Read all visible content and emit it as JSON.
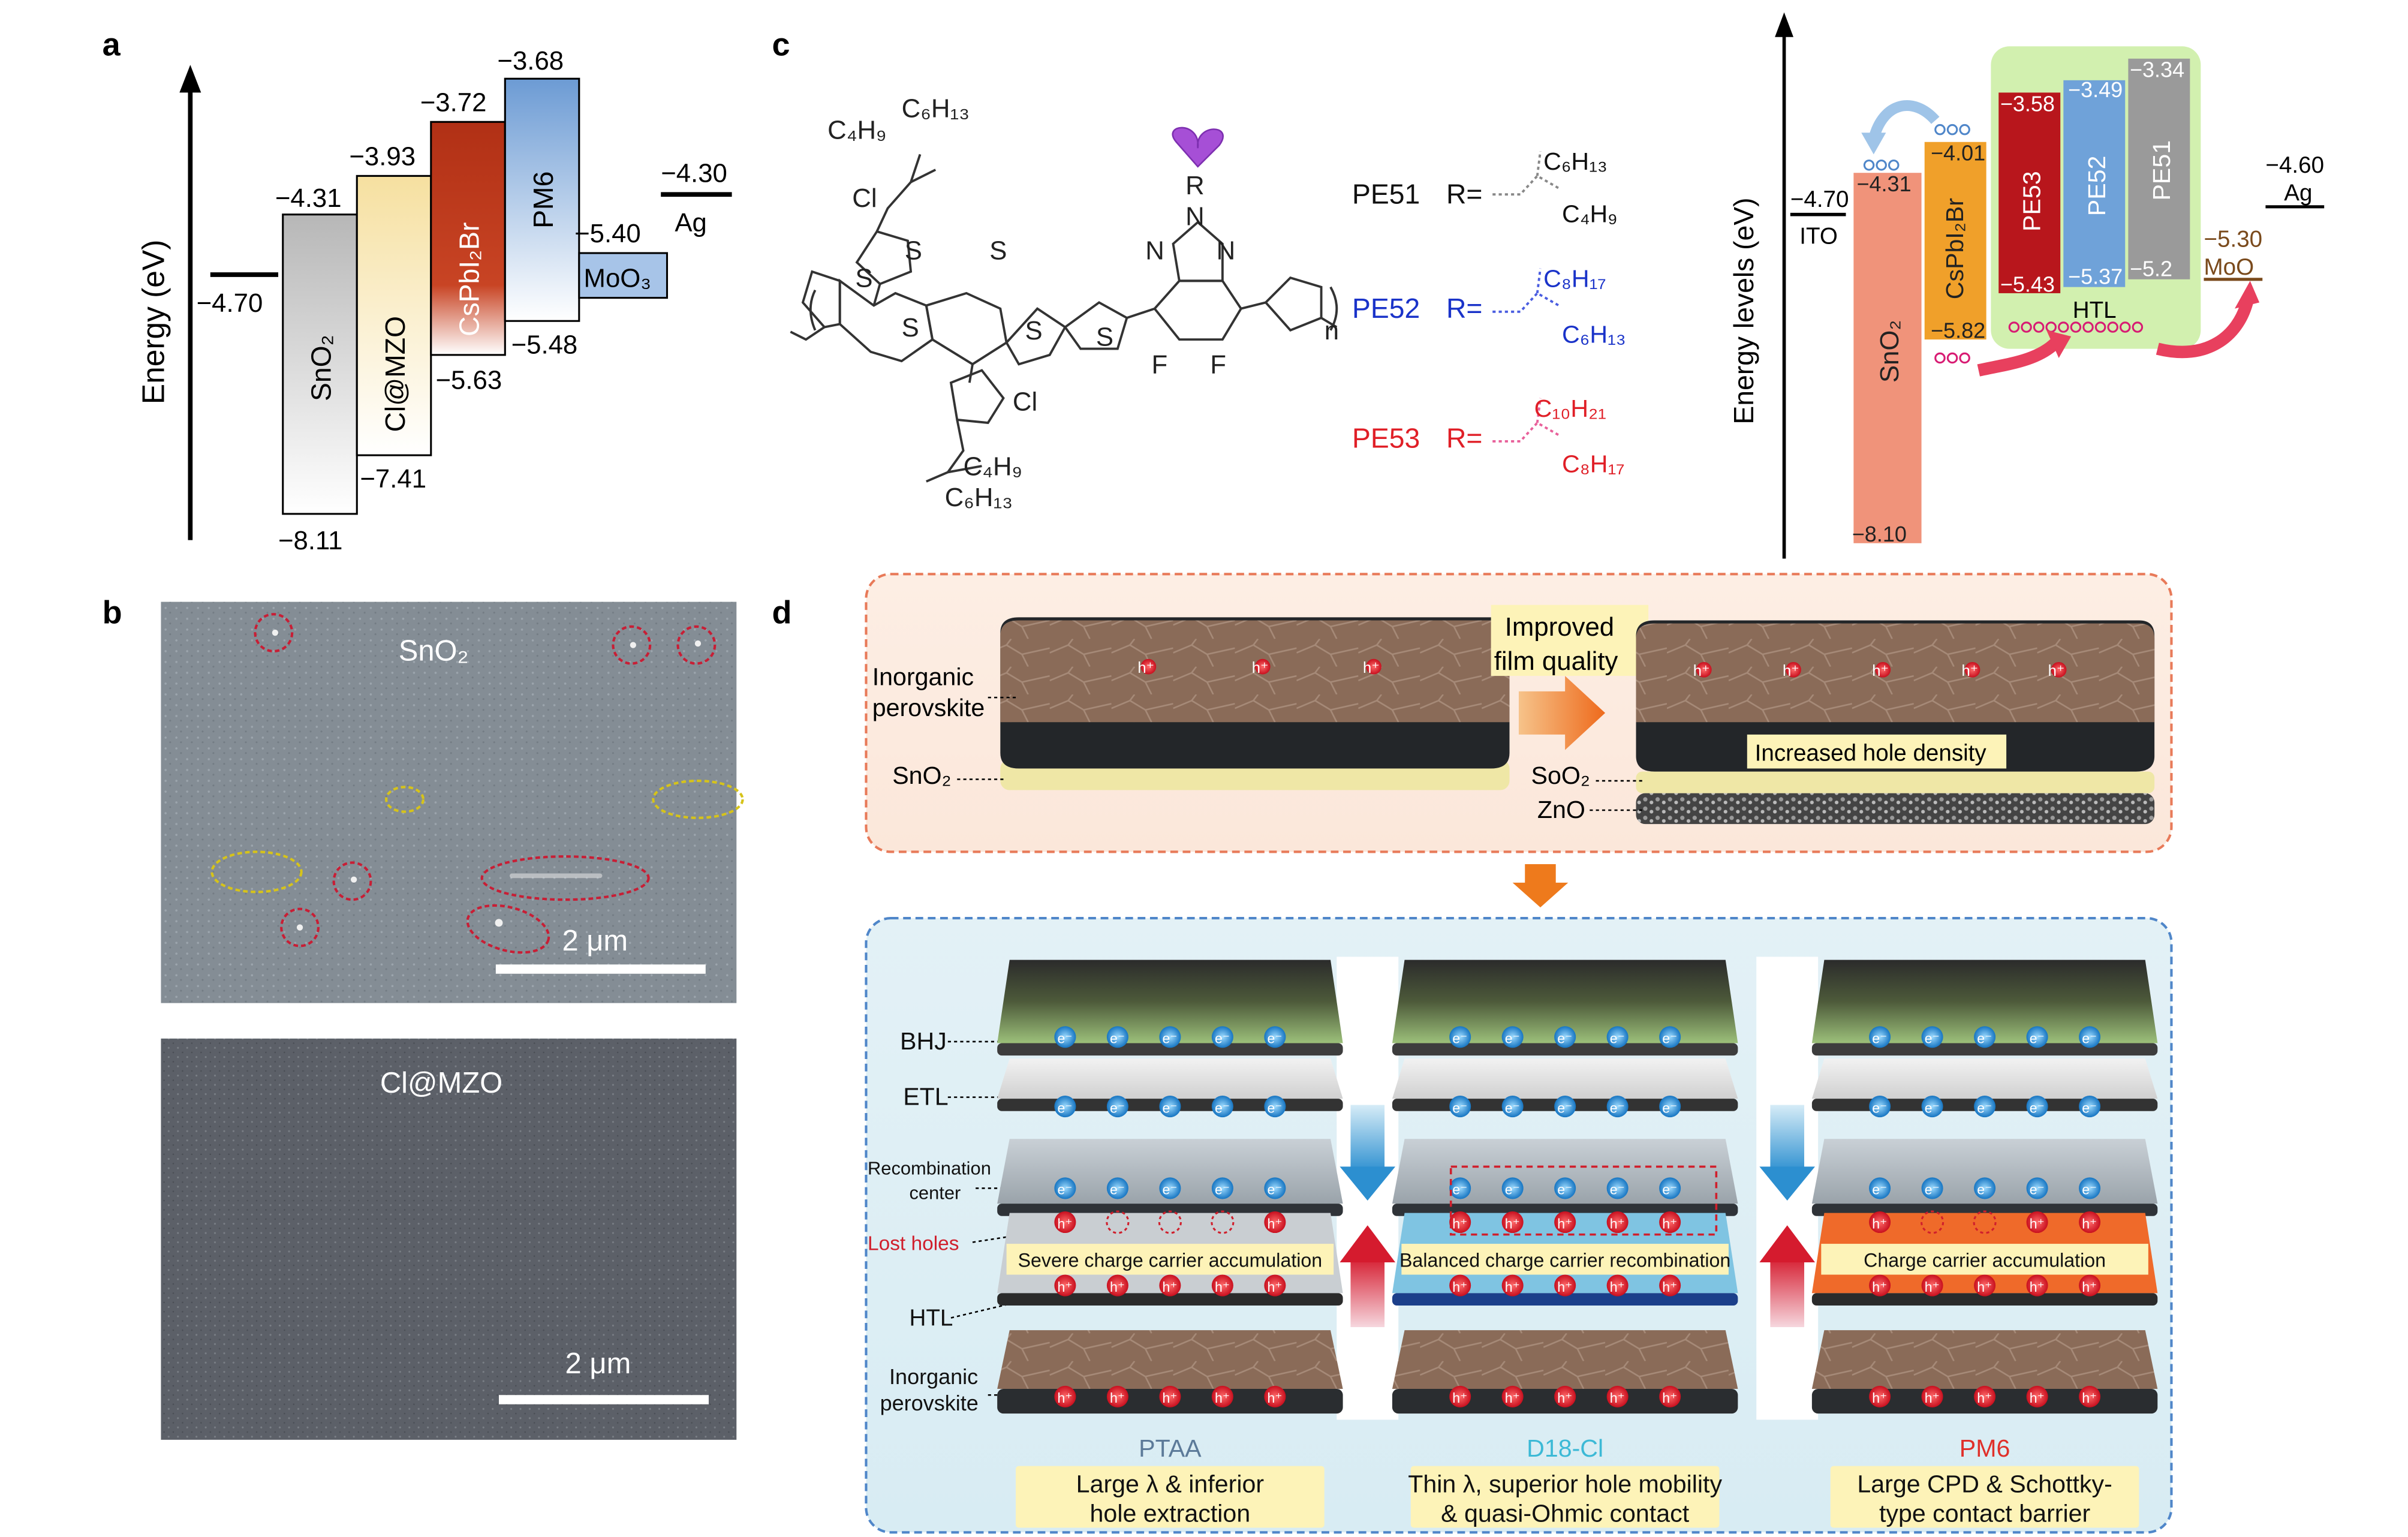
{
  "panel_labels": {
    "a": "a",
    "b": "b",
    "c": "c",
    "d": "d"
  },
  "panel_a": {
    "ylabel": "Energy (eV)",
    "ito_level": "−4.70",
    "ag_level": "−4.30",
    "ag_label": "Ag",
    "bars": [
      {
        "name": "SnO₂",
        "top_label": "−4.31",
        "bottom_label": "−8.11",
        "color": "#b9b9b9"
      },
      {
        "name": "Cl@MZO",
        "top_label": "−3.93",
        "bottom_label": "−7.41",
        "color": "#f7e3a6"
      },
      {
        "name": "CsPbI₂Br",
        "top_label": "−3.72",
        "bottom_label": "−5.63",
        "color": "#b5321a"
      },
      {
        "name": "PM6",
        "top_label": "−3.68",
        "bottom_label": "−5.48",
        "color": "#6f9ed6"
      },
      {
        "name": "MoO₃",
        "top_label": "−5.40",
        "bottom_label": "",
        "color": "#a7c4e8"
      }
    ]
  },
  "panel_b": {
    "top_title": "SnO₂",
    "bottom_title": "Cl@MZO",
    "scale_label": "2 μm"
  },
  "panel_c": {
    "molecule_labels": [
      "C₆H₁₃",
      "C₄H₉",
      "Cl",
      "S",
      "S",
      "S",
      "S",
      "S",
      "S",
      "Cl",
      "C₄H₉",
      "C₆H₁₃",
      "R",
      "N",
      "N",
      "N",
      "F",
      "F",
      "n"
    ],
    "pe51": {
      "name": "PE51",
      "r": "R=",
      "sub1": "C₆H₁₃",
      "sub2": "C₄H₉",
      "color": "#111111"
    },
    "pe52": {
      "name": "PE52",
      "r": "R=",
      "sub1": "C₈H₁₇",
      "sub2": "C₆H₁₃",
      "color": "#1a33c9"
    },
    "pe53": {
      "name": "PE53",
      "r": "R=",
      "sub1": "C₁₀H₂₁",
      "sub2": "C₈H₁₇",
      "color": "#e01f27"
    },
    "diagram": {
      "ylabel": "Energy levels (eV)",
      "ito": {
        "value": "−4.70",
        "label": "ITO"
      },
      "ag": {
        "value": "−4.60",
        "label": "Ag"
      },
      "moo": {
        "value": "−5.30",
        "label": "MoO"
      },
      "htl_label": "HTL",
      "bars": [
        {
          "name": "SnO₂",
          "top": "−4.31",
          "bottom": "−8.10",
          "color": "#f0937a"
        },
        {
          "name": "CsPbI₂Br",
          "top": "−4.01",
          "bottom": "−5.82",
          "color": "#f0a02a"
        },
        {
          "name": "PE53",
          "top": "−3.58",
          "bottom": "−5.43",
          "color": "#b8161c"
        },
        {
          "name": "PE52",
          "top": "−3.49",
          "bottom": "−5.37",
          "color": "#6fa2d9"
        },
        {
          "name": "PE51",
          "top": "−3.34",
          "bottom": "−5.2",
          "color": "#9a9a9a"
        }
      ]
    }
  },
  "panel_d": {
    "top_box": {
      "left_labels": [
        "Inorganic",
        "perovskite",
        "SnO₂"
      ],
      "arrow_caption": [
        "Improved",
        "film quality"
      ],
      "right_banner": "Increased hole density",
      "right_labels": [
        "SoO₂",
        "ZnO"
      ],
      "hole": "h⁺"
    },
    "bottom_box": {
      "left_labels": {
        "bhj": "BHJ",
        "etl": "ETL",
        "recomb1": "Recombination",
        "recomb2": "center",
        "lost": "Lost holes",
        "htl": "HTL",
        "inorg1": "Inorganic",
        "inorg2": "perovskite"
      },
      "electron": "e⁻",
      "hole": "h⁺",
      "columns": [
        {
          "banner": "Severe charge carrier accumulation",
          "name": "PTAA",
          "name_color": "#5c7a99",
          "caption1": "Large λ & inferior",
          "caption2": "hole extraction",
          "htl_color": "#2b2b2b"
        },
        {
          "banner": "Balanced charge carrier recombination",
          "name": "D18-Cl",
          "name_color": "#3cb9d6",
          "caption1": "Thin λ, superior hole mobility",
          "caption2": "& quasi-Ohmic contact",
          "htl_color": "#1b3f8a"
        },
        {
          "banner": "Charge carrier accumulation",
          "name": "PM6",
          "name_color": "#e0302a",
          "caption1": "Large CPD & Schottky-",
          "caption2": "type contact barrier",
          "htl_color": "#2b2b2b"
        }
      ]
    }
  }
}
